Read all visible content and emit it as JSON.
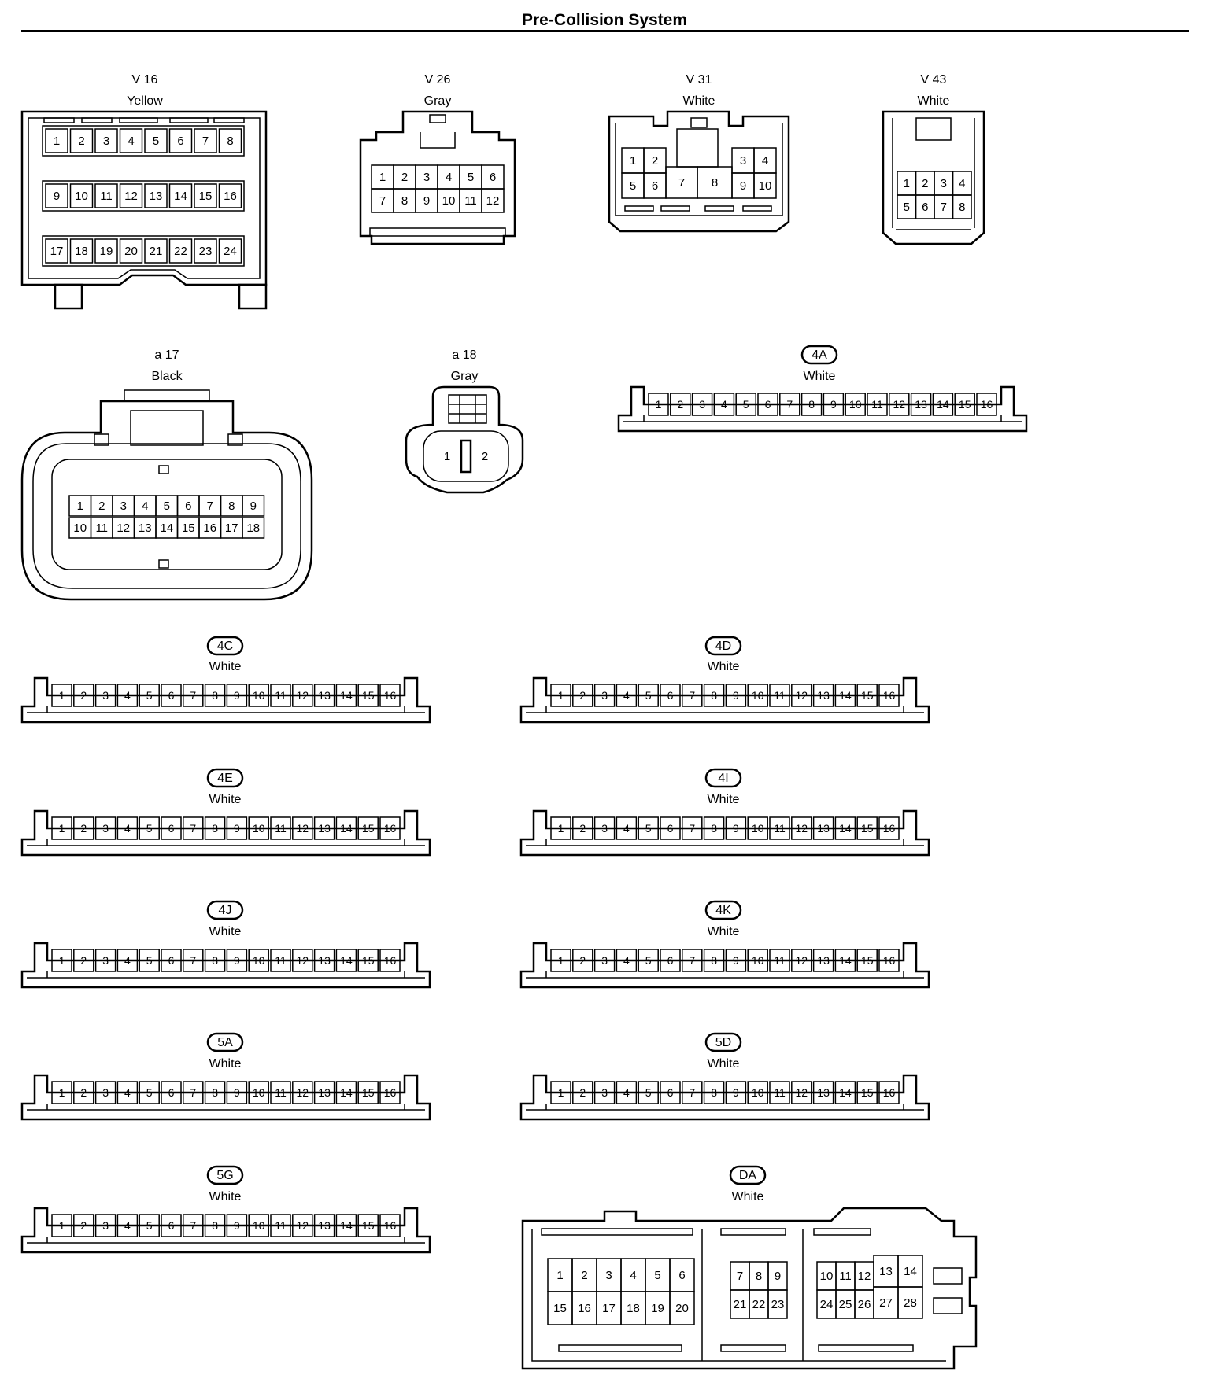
{
  "page": {
    "title": "Pre-Collision System"
  },
  "connectors": {
    "v16": {
      "code": "V 16",
      "color": "Yellow",
      "rows": [
        [
          "1",
          "2",
          "3",
          "4",
          "5",
          "6",
          "7",
          "8"
        ],
        [
          "9",
          "10",
          "11",
          "12",
          "13",
          "14",
          "15",
          "16"
        ],
        [
          "17",
          "18",
          "19",
          "20",
          "21",
          "22",
          "23",
          "24"
        ]
      ]
    },
    "v26": {
      "code": "V 26",
      "color": "Gray",
      "rows": [
        [
          "1",
          "2",
          "3",
          "4",
          "5",
          "6"
        ],
        [
          "7",
          "8",
          "9",
          "10",
          "11",
          "12"
        ]
      ]
    },
    "v31": {
      "code": "V 31",
      "color": "White",
      "pins": [
        "1",
        "2",
        "3",
        "4",
        "5",
        "6",
        "7",
        "8",
        "9",
        "10"
      ]
    },
    "v43": {
      "code": "V 43",
      "color": "White",
      "rows": [
        [
          "1",
          "2",
          "3",
          "4"
        ],
        [
          "5",
          "6",
          "7",
          "8"
        ]
      ]
    },
    "a17": {
      "code": "a 17",
      "color": "Black",
      "rows": [
        [
          "1",
          "2",
          "3",
          "4",
          "5",
          "6",
          "7",
          "8",
          "9"
        ],
        [
          "10",
          "11",
          "12",
          "13",
          "14",
          "15",
          "16",
          "17",
          "18"
        ]
      ]
    },
    "a18": {
      "code": "a 18",
      "color": "Gray",
      "pins": [
        "1",
        "2"
      ]
    },
    "c4A": {
      "code": "4A",
      "color": "White"
    },
    "c4C": {
      "code": "4C",
      "color": "White"
    },
    "c4D": {
      "code": "4D",
      "color": "White"
    },
    "c4E": {
      "code": "4E",
      "color": "White"
    },
    "c4I": {
      "code": "4I",
      "color": "White"
    },
    "c4J": {
      "code": "4J",
      "color": "White"
    },
    "c4K": {
      "code": "4K",
      "color": "White"
    },
    "c5A": {
      "code": "5A",
      "color": "White"
    },
    "c5D": {
      "code": "5D",
      "color": "White"
    },
    "c5G": {
      "code": "5G",
      "color": "White"
    },
    "cDA": {
      "code": "DA",
      "color": "White",
      "top": [
        "1",
        "2",
        "3",
        "4",
        "5",
        "6"
      ],
      "bottom": [
        "15",
        "16",
        "17",
        "18",
        "19",
        "20"
      ],
      "mid_top": [
        "7",
        "8",
        "9"
      ],
      "mid_bottom": [
        "21",
        "22",
        "23"
      ],
      "right_top": [
        "10",
        "11",
        "12",
        "13",
        "14"
      ],
      "right_bottom": [
        "24",
        "25",
        "26",
        "27",
        "28"
      ]
    }
  },
  "strip_pins": [
    "1",
    "2",
    "3",
    "4",
    "5",
    "6",
    "7",
    "8",
    "9",
    "10",
    "11",
    "12",
    "13",
    "14",
    "15",
    "16"
  ]
}
